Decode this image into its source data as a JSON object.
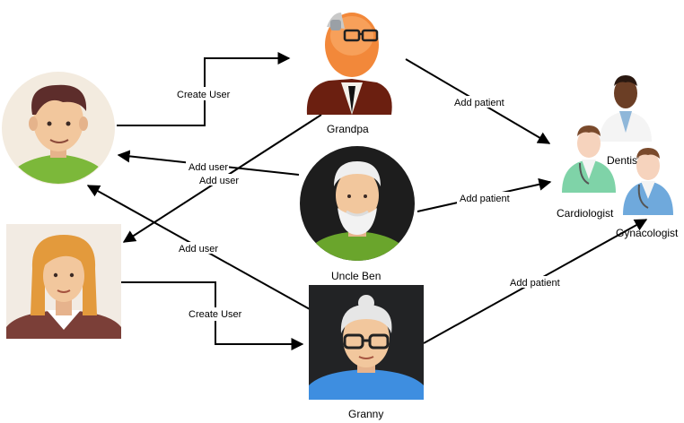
{
  "nodes": {
    "young_man": {
      "label": "",
      "icon": "young-man-avatar"
    },
    "young_woman": {
      "label": "",
      "icon": "young-woman-avatar"
    },
    "grandpa": {
      "label": "Grandpa",
      "icon": "grandpa-avatar"
    },
    "uncle_ben": {
      "label": "Uncle Ben",
      "icon": "old-man-avatar"
    },
    "granny": {
      "label": "Granny",
      "icon": "granny-avatar"
    },
    "dentist": {
      "label": "Dentist",
      "icon": "doctor-dentist-icon"
    },
    "cardiologist": {
      "label": "Cardiologist",
      "icon": "doctor-cardiologist-icon"
    },
    "gynacologist": {
      "label": "Gynacologist",
      "icon": "doctor-gynacologist-icon"
    }
  },
  "edges": {
    "create_user_top": "Create User",
    "create_user_bottom": "Create User",
    "add_user_1": "Add user",
    "add_user_2": "Add user",
    "add_user_3": "Add user",
    "add_patient_grandpa": "Add patient",
    "add_patient_uncle": "Add patient",
    "add_patient_granny": "Add patient"
  },
  "colors": {
    "edge": "#000000",
    "young_man_bg": "#f3ebdf",
    "young_man_shirt": "#7cb83a",
    "uncle_ben_bg": "#1d1d1d",
    "uncle_ben_shirt": "#6aa52c",
    "granny_bg": "#222325",
    "granny_shirt": "#3e8ee0",
    "woman_bg": "#f2ebe3",
    "woman_hair": "#e39a3c",
    "woman_top": "#7b3f38",
    "grandpa_suit": "#6b1f10"
  }
}
